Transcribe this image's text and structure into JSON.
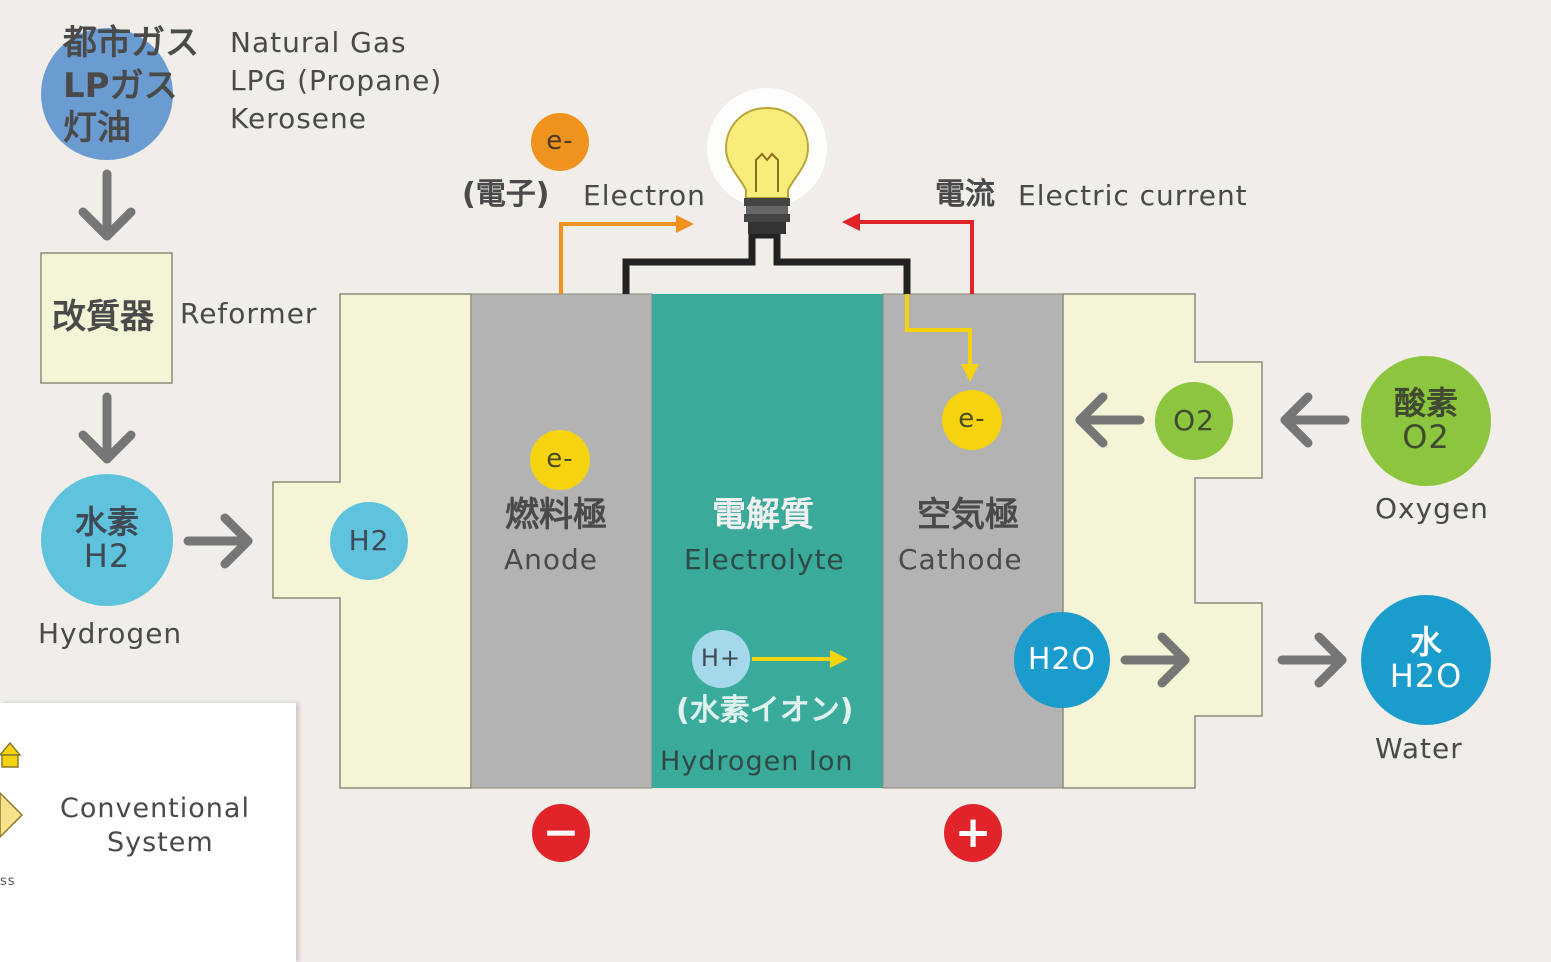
{
  "fuels": {
    "jp": [
      "都市ガス",
      "LPガス",
      "灯油"
    ],
    "en": [
      "Natural Gas",
      "LPG (Propane)",
      "Kerosene"
    ]
  },
  "reformer": {
    "jp": "改質器",
    "en": "Reformer"
  },
  "hydrogen": {
    "jp": "水素",
    "formula": "H2",
    "en": "Hydrogen"
  },
  "h2_channel": {
    "formula": "H2"
  },
  "electron_top": {
    "symbol": "e-",
    "jp": "(電子)",
    "en": "Electron"
  },
  "current": {
    "jp": "電流",
    "en": "Electric current"
  },
  "anode": {
    "electron": "e-",
    "jp": "燃料極",
    "en": "Anode",
    "sign": "−"
  },
  "electrolyte": {
    "jp": "電解質",
    "en": "Electrolyte"
  },
  "hydrogen_ion": {
    "symbol": "H+",
    "jp": "(水素イオン)",
    "en": "Hydrogen Ion"
  },
  "cathode": {
    "electron": "e-",
    "jp": "空気極",
    "en": "Cathode",
    "sign": "+"
  },
  "o2_channel": {
    "formula": "O2"
  },
  "oxygen": {
    "jp": "酸素",
    "formula": "O2",
    "en": "Oxygen"
  },
  "h2o_cathode": {
    "formula": "H2O"
  },
  "water": {
    "jp": "水",
    "formula": "H2O",
    "en": "Water"
  },
  "legend": {
    "label_line1": "Conventional",
    "label_line2": "System",
    "fragment": "ss"
  },
  "colors": {
    "background": "#f1ede8",
    "cream": "#f4f4d7",
    "gray_electrode": "#b3b3b3",
    "electrolyte": "#3aaa9a",
    "hydrogen_blue": "#5fc3dd",
    "fuel_blue": "#6a9bd1",
    "oxygen_green": "#8cc63f",
    "water_blue": "#1a9ccc",
    "electron_yellow": "#f5d40f",
    "electron_orange": "#f0931e",
    "arrow_gray": "#767676",
    "current_red": "#e0242a",
    "minus_red": "#e0242a"
  }
}
